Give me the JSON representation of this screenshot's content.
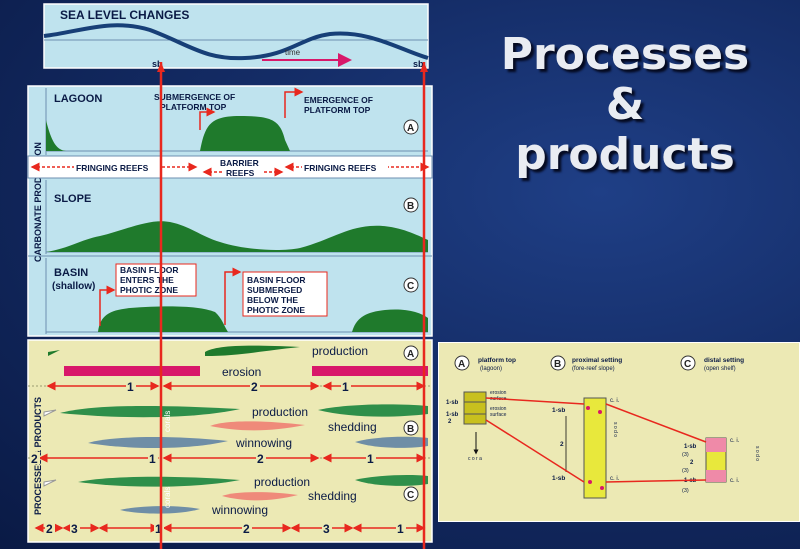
{
  "title_lines": [
    "Processes",
    "&",
    "products"
  ],
  "sea_level": {
    "title": "SEA LEVEL CHANGES",
    "time_label": "time",
    "sb_left": "sb",
    "sb_right": "sb"
  },
  "vertical_labels": {
    "carbonate": "CARBONATE PRODUCTION",
    "processes": "PROCESSES & PRODUCTS"
  },
  "lagoon": {
    "label": "LAGOON",
    "marker": "A",
    "submergence": [
      "SUBMERGENCE OF",
      "PLATFORM TOP"
    ],
    "emergence": [
      "EMERGENCE OF",
      "PLATFORM TOP"
    ]
  },
  "reefs": {
    "left": "FRINGING REEFS",
    "middle": [
      "BARRIER",
      "REEFS"
    ],
    "right": "FRINGING REEFS"
  },
  "slope": {
    "label": "SLOPE",
    "marker": "B"
  },
  "basin": {
    "label": [
      "BASIN",
      "(shallow)"
    ],
    "marker": "C",
    "enters": [
      "BASIN FLOOR",
      "ENTERS THE",
      "PHOTIC ZONE"
    ],
    "submerged": [
      "BASIN FLOOR",
      "SUBMERGED",
      "BELOW THE",
      "PHOTIC ZONE"
    ]
  },
  "processes": {
    "A": {
      "marker": "A",
      "production": "production",
      "erosion": "erosion",
      "numbers": [
        "1",
        "2",
        "1"
      ]
    },
    "B": {
      "marker": "B",
      "production": "production",
      "shedding": "shedding",
      "winnowing": "winnowing",
      "corals": "corals",
      "numbers": [
        "2",
        "1",
        "2",
        "1"
      ]
    },
    "C": {
      "marker": "C",
      "production": "production",
      "shedding": "shedding",
      "winnowing": "winnowing",
      "corals": "corals",
      "numbers": [
        "2",
        "3",
        "1",
        "2",
        "3",
        "1"
      ]
    }
  },
  "inset": {
    "A": {
      "marker": "A",
      "title": "platform top",
      "subtitle": "(lagoon)",
      "erosion_surface": [
        "erosion",
        "surface"
      ],
      "labels": [
        "1-sb",
        "1-sb",
        "2"
      ],
      "coral_label": "c o r a"
    },
    "B": {
      "marker": "B",
      "title": "proximal setting",
      "subtitle": "(fore-reef slope)",
      "labels": [
        "1-sb",
        "2",
        "1-sb"
      ],
      "ci": [
        "c. i.",
        "c. i."
      ],
      "side": "s o d o"
    },
    "C": {
      "marker": "C",
      "title": "distal setting",
      "subtitle": "(open shelf)",
      "labels": [
        "1-sb",
        "(3)",
        "2",
        "(3)",
        "1-sb",
        "(3)"
      ],
      "ci": [
        "c. i.",
        "c. i."
      ],
      "side": "s o d o"
    }
  },
  "colors": {
    "panel": "#bfe3ee",
    "panel_line": "#6d8fb0",
    "green": "#1f7a2c",
    "red": "#e8281e",
    "pink": "#d8186a",
    "cream": "#ece9b4",
    "wave": "#173f77",
    "blue_lens": "#6f8ea6",
    "pink_lens": "#ef8a7a",
    "yellow": "#e8e83c"
  }
}
